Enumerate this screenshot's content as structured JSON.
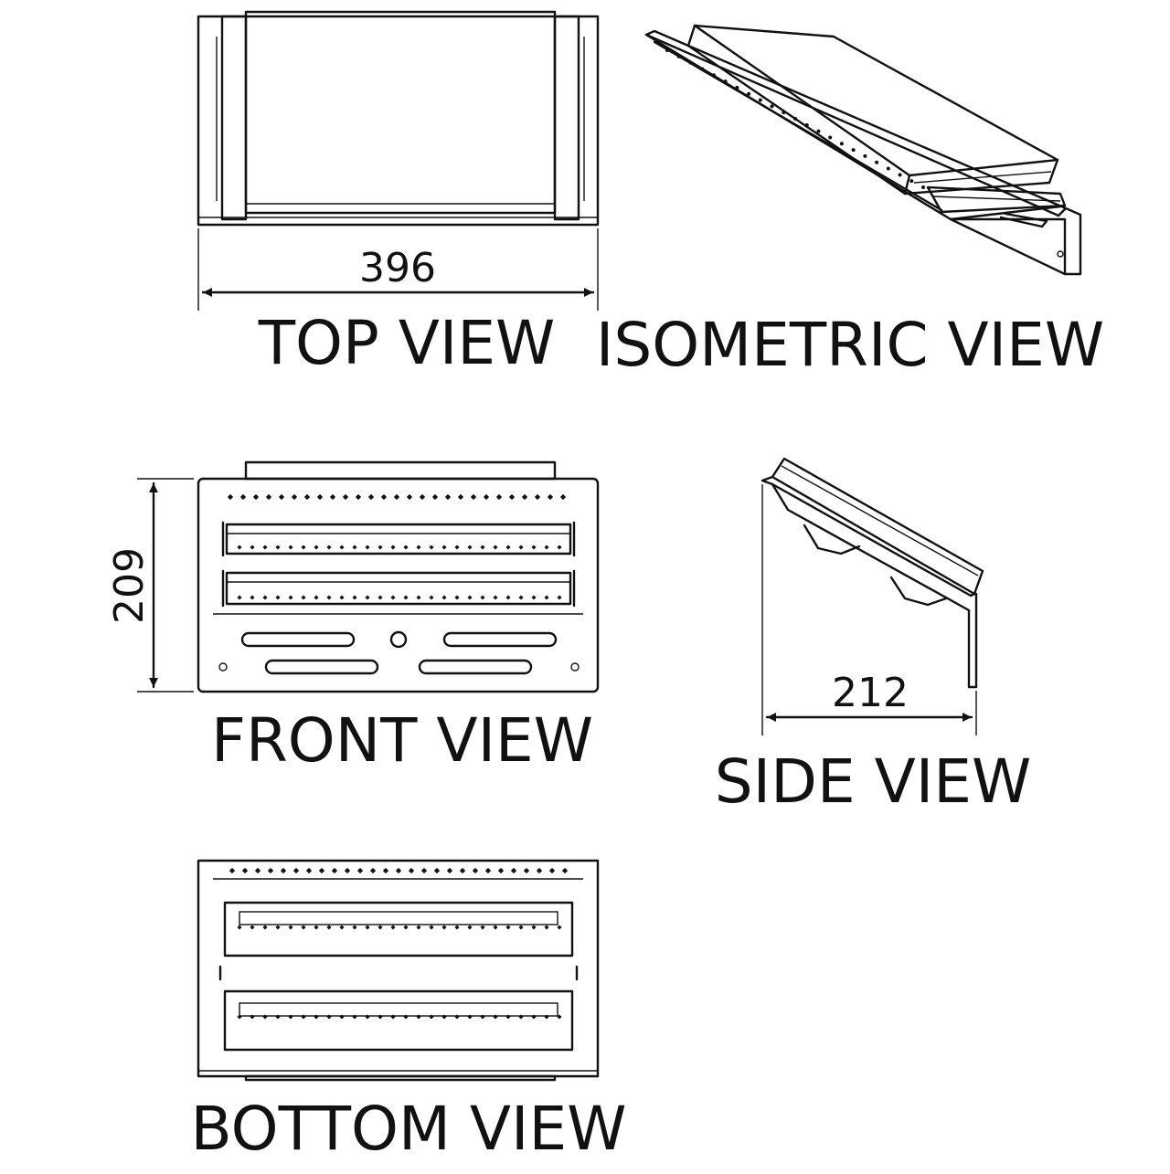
{
  "views": {
    "top": {
      "label": "TOP VIEW",
      "dimension": "396"
    },
    "isometric": {
      "label": "ISOMETRIC VIEW"
    },
    "front": {
      "label": "FRONT VIEW",
      "dimension": "209"
    },
    "side": {
      "label": "SIDE VIEW",
      "dimension": "212"
    },
    "bottom": {
      "label": "BOTTOM VIEW"
    }
  },
  "colors": {
    "line": "#111111",
    "background": "#ffffff"
  }
}
